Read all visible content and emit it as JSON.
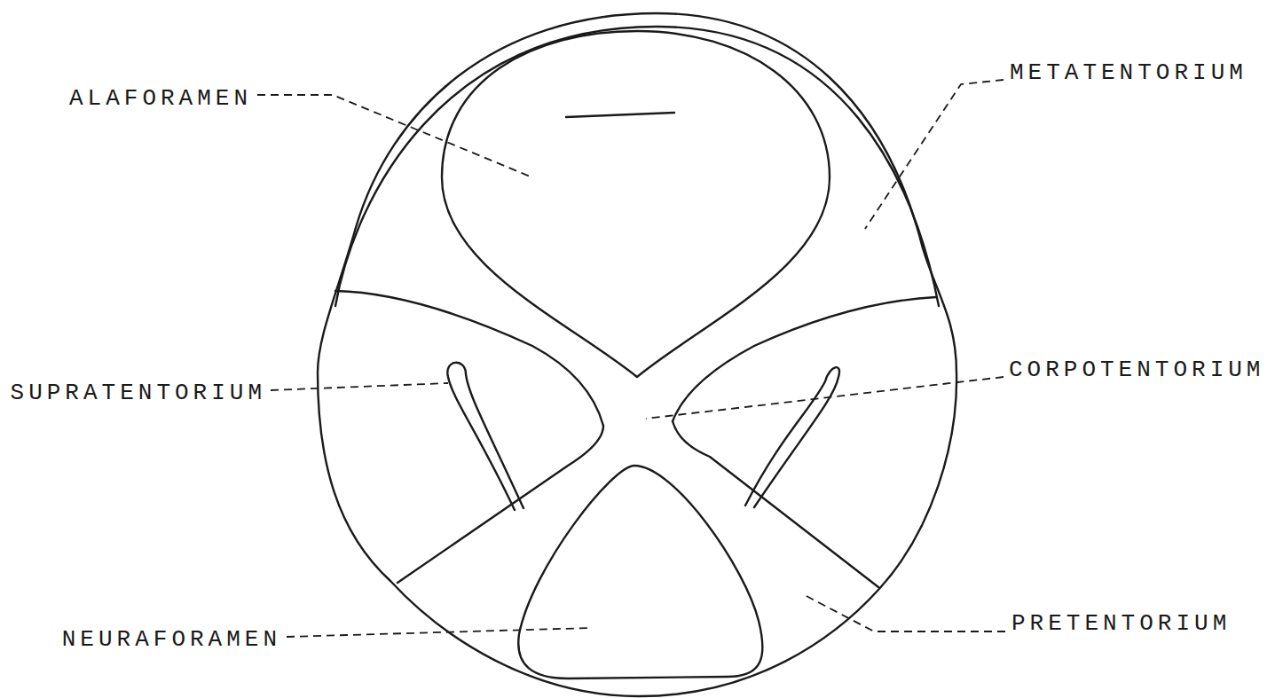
{
  "diagram": {
    "labels": [
      "ALAFORAMEN",
      "METATENTORIUM",
      "SUPRATENTORIUM",
      "CORPOTENTORIUM",
      "NEURAFORAMEN",
      "PRETENTORIUM"
    ]
  }
}
